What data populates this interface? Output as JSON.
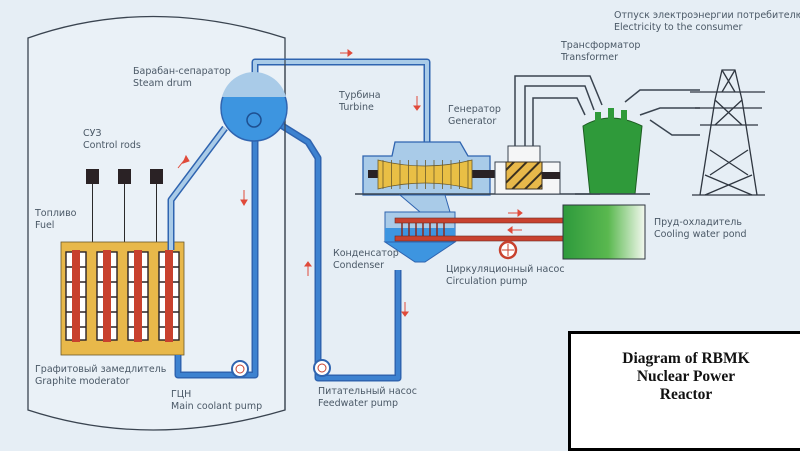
{
  "title": {
    "lines": [
      "Diagram of RBMK",
      "Nuclear Power",
      "Reactor"
    ]
  },
  "labels": {
    "steam_drum": {
      "ru": "Барабан-сепаратор",
      "en": "Steam drum"
    },
    "control_rods": {
      "ru": "СУЗ",
      "en": "Control rods"
    },
    "fuel": {
      "ru": "Топливо",
      "en": "Fuel"
    },
    "graphite_moderator": {
      "ru": "Графитовый замедлитель",
      "en": "Graphite moderator"
    },
    "main_coolant_pump": {
      "ru": "ГЦН",
      "en": "Main coolant pump"
    },
    "turbine": {
      "ru": "Турбина",
      "en": "Turbine"
    },
    "generator": {
      "ru": "Генератор",
      "en": "Generator"
    },
    "transformer": {
      "ru": "Трансформатор",
      "en": "Transformer"
    },
    "electricity": {
      "ru": "Отпуск электроэнергии потребителю",
      "en": "Electricity to the consumer"
    },
    "condenser": {
      "ru": "Конденсатор",
      "en": "Condenser"
    },
    "circulation_pump": {
      "ru": "Циркуляционный насос",
      "en": "Circulation pump"
    },
    "cooling_pond": {
      "ru": "Пруд-охладитель",
      "en": "Cooling water pond"
    },
    "feedwater_pump": {
      "ru": "Питательный насос",
      "en": "Feedwater pump"
    }
  },
  "colors": {
    "background": "#e6eef5",
    "pipe_blue": "#3a78c8",
    "pipe_light": "#a9cbe8",
    "water_blue": "#3d95e0",
    "fuel_red": "#c8412e",
    "graphite_yellow": "#e8b84a",
    "turbine_yellow": "#e9bf45",
    "transformer_green": "#2f9a3a",
    "flow_arrow": "#e04a3a"
  }
}
